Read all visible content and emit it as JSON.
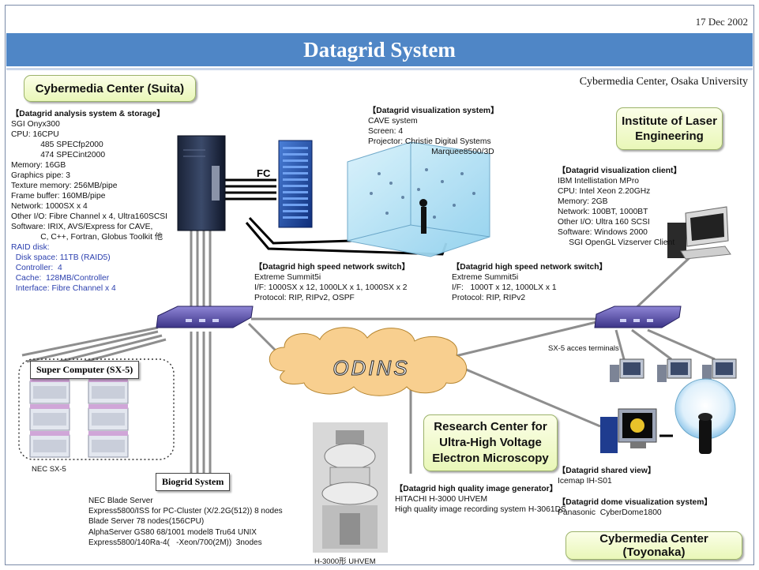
{
  "date": "17 Dec 2002",
  "title": "Datagrid System",
  "subtitle": "Cybermedia Center, Osaka University",
  "sites": {
    "suita": "Cybermedia Center (Suita)",
    "laser": [
      "Institute of Laser",
      "Engineering"
    ],
    "uhvem": [
      "Research Center for",
      "Ultra-High Voltage",
      "Electron Microscopy"
    ],
    "toyonaka": "Cybermedia Center (Toyonaka)"
  },
  "analysis": {
    "heading": "【Datagrid analysis system & storage】",
    "lines": [
      "SGI Onyx300",
      "CPU:   16CPU",
      "             485 SPECfp2000",
      "             474 SPECint2000",
      "Memory:  16GB",
      "Graphics pipe:  3",
      "Texture memory:  256MB/pipe",
      "Frame buffer:  160MB/pipe",
      "Network:  1000SX x 4",
      "Other I/O:  Fibre Channel x 4, Ultra160SCSI",
      "Software: IRIX, AVS/Express for CAVE,",
      "             C, C++, Fortran, Globus Toolkit 他"
    ],
    "raid": [
      "RAID disk:",
      "  Disk space: 11TB (RAID5)",
      "  Controller:  4",
      "  Cache:  128MB/Controller",
      "  Interface: Fibre Channel x 4"
    ]
  },
  "fc_label": "FC",
  "visualization": {
    "heading": "【Datagrid visualization system】",
    "lines": [
      "CAVE system",
      "Screen:  4",
      "Projector:  Christie Digital Systems",
      "                            Marquee8500/3D"
    ]
  },
  "vis_client": {
    "heading": "【Datagrid visualization client】",
    "lines": [
      "IBM Intellistation MPro",
      "CPU:  Intel Xeon 2.20GHz",
      "Memory:  2GB",
      "Network:  100BT, 1000BT",
      "Other I/O:  Ultra 160 SCSI",
      "Software:  Windows 2000",
      "     SGI OpenGL Vizserver Client"
    ]
  },
  "switch_left": {
    "heading": "【Datagrid high speed network switch】",
    "lines": [
      "Extreme Summit5i",
      "I/F:  1000SX x 12, 1000LX x 1, 1000SX x 2",
      "Protocol: RIP, RIPv2, OSPF"
    ]
  },
  "switch_right": {
    "heading": "【Datagrid high speed network switch】",
    "lines": [
      "Extreme Summit5i",
      "I/F:   1000T x 12, 1000LX x 1",
      "Protocol: RIP, RIPv2"
    ]
  },
  "odins": "ODINS",
  "sx5_terminals": "SX-5 acces terminals",
  "supercomputer": {
    "label": "Super Computer (SX-5)",
    "caption": "NEC SX-5"
  },
  "biogrid": {
    "label": "Biogrid System",
    "lines": [
      "NEC Blade Server",
      "Express5800/ISS for PC-Cluster (X/2.2G(512)) 8 nodes",
      "Blade Server 78 nodes(156CPU)",
      "AlphaServer GS80 68/1001 model8 Tru64 UNIX",
      "Express5800/140Ra-4(   -Xeon/700(2M))  3nodes"
    ]
  },
  "uhvem_caption": "H-3000形 UHVEM",
  "image_gen": {
    "heading": "【Datagrid high quality image generator】",
    "lines": [
      "HITACHI H-3000 UHVEM",
      "High quality image recording system H-3061DS"
    ]
  },
  "shared_view": {
    "heading": "【Datagrid shared view】",
    "lines": [
      "Icemap  IH-S01"
    ]
  },
  "dome": {
    "heading": "【Datagrid dome visualization system】",
    "lines": [
      "Panasonic  CyberDome1800"
    ]
  },
  "colors": {
    "title_bar": "#4f86c6",
    "site_box": "#eaf7b8",
    "cloud": "#f8cf8f",
    "raid_text": "#2b3fae"
  }
}
